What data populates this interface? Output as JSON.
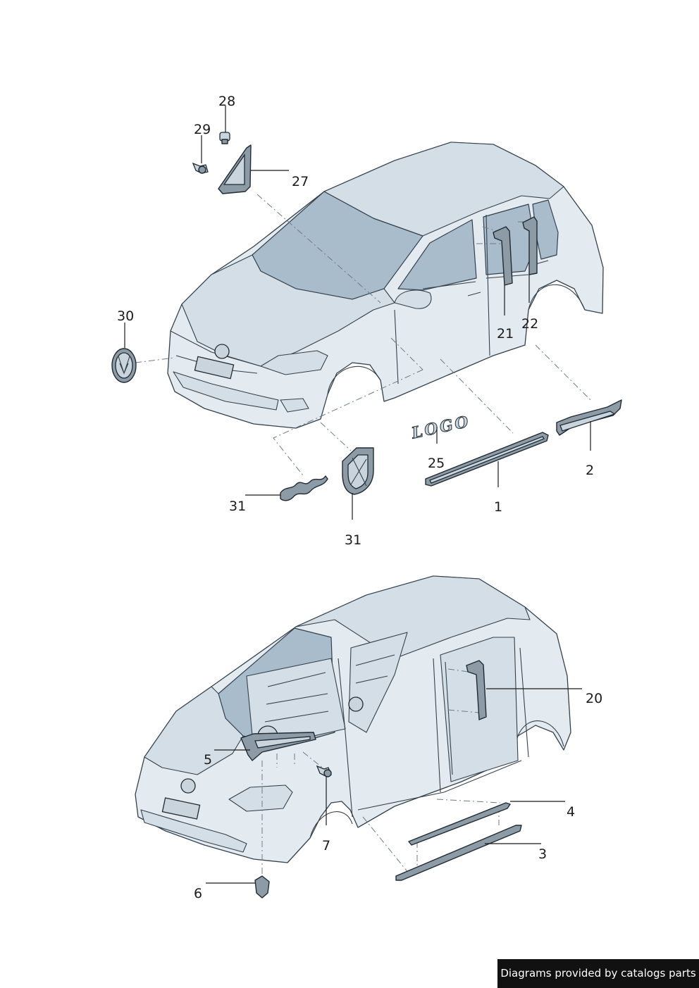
{
  "callouts": {
    "c28": "28",
    "c29": "29",
    "c27": "27",
    "c30": "30",
    "c21": "21",
    "c22": "22",
    "c25": "25",
    "c2": "2",
    "c1": "1",
    "c31a": "31",
    "c31b": "31",
    "c20": "20",
    "c5": "5",
    "c4": "4",
    "c7": "7",
    "c3": "3",
    "c6": "6"
  },
  "emblem_text": "LOGO",
  "footer": {
    "text": "Diagrams provided by catalogs parts"
  },
  "colors": {
    "body": "#e3ebf1",
    "glass": "#a9bccb",
    "part": "#8d9ba6",
    "footer_bg": "#111111"
  }
}
